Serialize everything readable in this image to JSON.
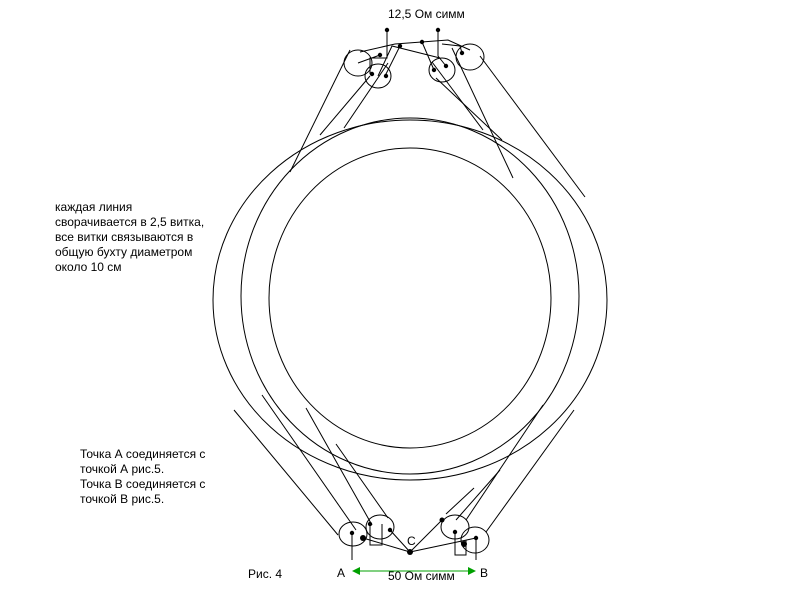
{
  "labels": {
    "top_impedance": "12,5 Ом симм",
    "bottom_impedance": "50 Ом симм",
    "point_a": "A",
    "point_b": "B",
    "point_c": "C",
    "figure": "Рис. 4"
  },
  "notes": {
    "coil": "каждая линия сворачивается в 2,5 витка, все витки связываются в общую бухту диаметром около 10 см",
    "point_a": "Точка А соединяется с точкой А рис.5.",
    "point_b": "Точка В соединяется с точкой В рис.5."
  },
  "colors": {
    "ink": "#000000",
    "dimension_arrow": "#00a000"
  }
}
